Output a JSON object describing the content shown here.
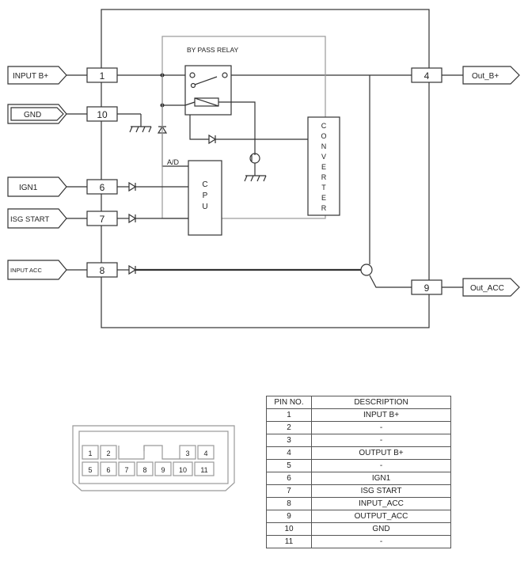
{
  "inputs": [
    {
      "label": "INPUT B+"
    },
    {
      "label": "GND"
    },
    {
      "label": "IGN1"
    },
    {
      "label": "ISG START"
    },
    {
      "label": "INPUT ACC"
    }
  ],
  "outputs": [
    {
      "label": "Out_B+"
    },
    {
      "label": "Out_ACC"
    }
  ],
  "pins": {
    "p1": "1",
    "p10": "10",
    "p6": "6",
    "p7": "7",
    "p8": "8",
    "p4": "4",
    "p9": "9"
  },
  "blocks": {
    "relay": "BY PASS RELAY",
    "ad": "A/D",
    "cpu": [
      "C",
      "P",
      "U"
    ],
    "converter": [
      "C",
      "O",
      "N",
      "V",
      "E",
      "R",
      "T",
      "E",
      "R"
    ]
  },
  "connector": {
    "top": [
      "1",
      "2",
      "",
      "",
      "3",
      "4"
    ],
    "bottom": [
      "5",
      "6",
      "7",
      "8",
      "9",
      "10",
      "11"
    ]
  },
  "pin_table": {
    "headers": [
      "PIN NO.",
      "DESCRIPTION"
    ],
    "rows": [
      [
        "1",
        "INPUT B+"
      ],
      [
        "2",
        "-"
      ],
      [
        "3",
        "-"
      ],
      [
        "4",
        "OUTPUT B+"
      ],
      [
        "5",
        "-"
      ],
      [
        "6",
        "IGN1"
      ],
      [
        "7",
        "ISG START"
      ],
      [
        "8",
        "INPUT_ACC"
      ],
      [
        "9",
        "OUTPUT_ACC"
      ],
      [
        "10",
        "GND"
      ],
      [
        "11",
        "-"
      ]
    ]
  }
}
